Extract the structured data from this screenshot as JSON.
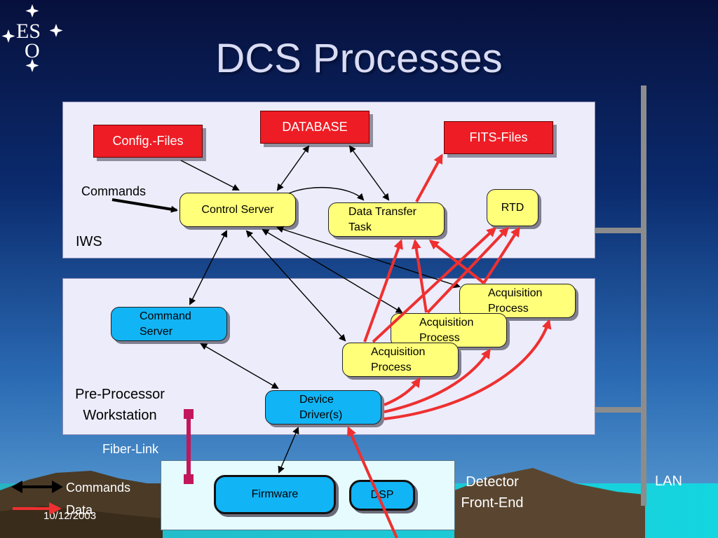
{
  "title": "DCS Processes",
  "logo": {
    "text": "ESO"
  },
  "panels": {
    "iws_label": "IWS",
    "ppw_label": "Pre-Processor\nWorkstation",
    "detector_label": "Detector\nFront-End"
  },
  "files": {
    "config": "Config.-Files",
    "database": "DATABASE",
    "fits": "FITS-Files"
  },
  "nodes": {
    "control_server": "Control Server",
    "data_transfer": "Data Transfer\nTask",
    "rtd": "RTD",
    "command_server": "Command\nServer",
    "acq1": "Acquisition\nProcess",
    "acq2": "Acquisition\nProcess",
    "acq3": "Acquisition\nProcess",
    "device_driver": "Device\nDriver(s)",
    "firmware": "Firmware",
    "dsp": "DSP"
  },
  "labels": {
    "commands": "Commands",
    "fiber_link": "Fiber-Link",
    "lan": "LAN"
  },
  "legend": {
    "commands": "Commands",
    "data": "Data",
    "date": "10/12/2003"
  },
  "colors": {
    "command_arrow": "#000000",
    "data_arrow": "#ee3030",
    "fiber_link": "#c2185b",
    "lan_bus": "#8c8c8c"
  }
}
